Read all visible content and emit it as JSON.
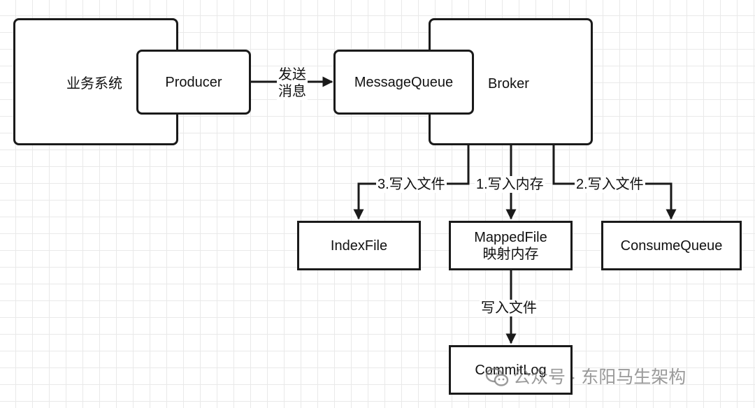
{
  "nodes": {
    "business_system": "业务系统",
    "producer": "Producer",
    "message_queue": "MessageQueue",
    "broker": "Broker",
    "index_file": "IndexFile",
    "mapped_file_line1": "MappedFile",
    "mapped_file_line2": "映射内存",
    "consume_queue": "ConsumeQueue",
    "commit_log": "CommitLog"
  },
  "edges": {
    "send_line1": "发送",
    "send_line2": "消息",
    "write_file_3": "3.写入文件",
    "write_memory_1": "1.写入内存",
    "write_file_2": "2.写入文件",
    "write_file": "写入文件"
  },
  "watermark": {
    "text": "公众号 · 东阳马生架构"
  },
  "colors": {
    "stroke": "#1a1a1a",
    "grid": "#e9e9e9",
    "background": "#ffffff"
  }
}
